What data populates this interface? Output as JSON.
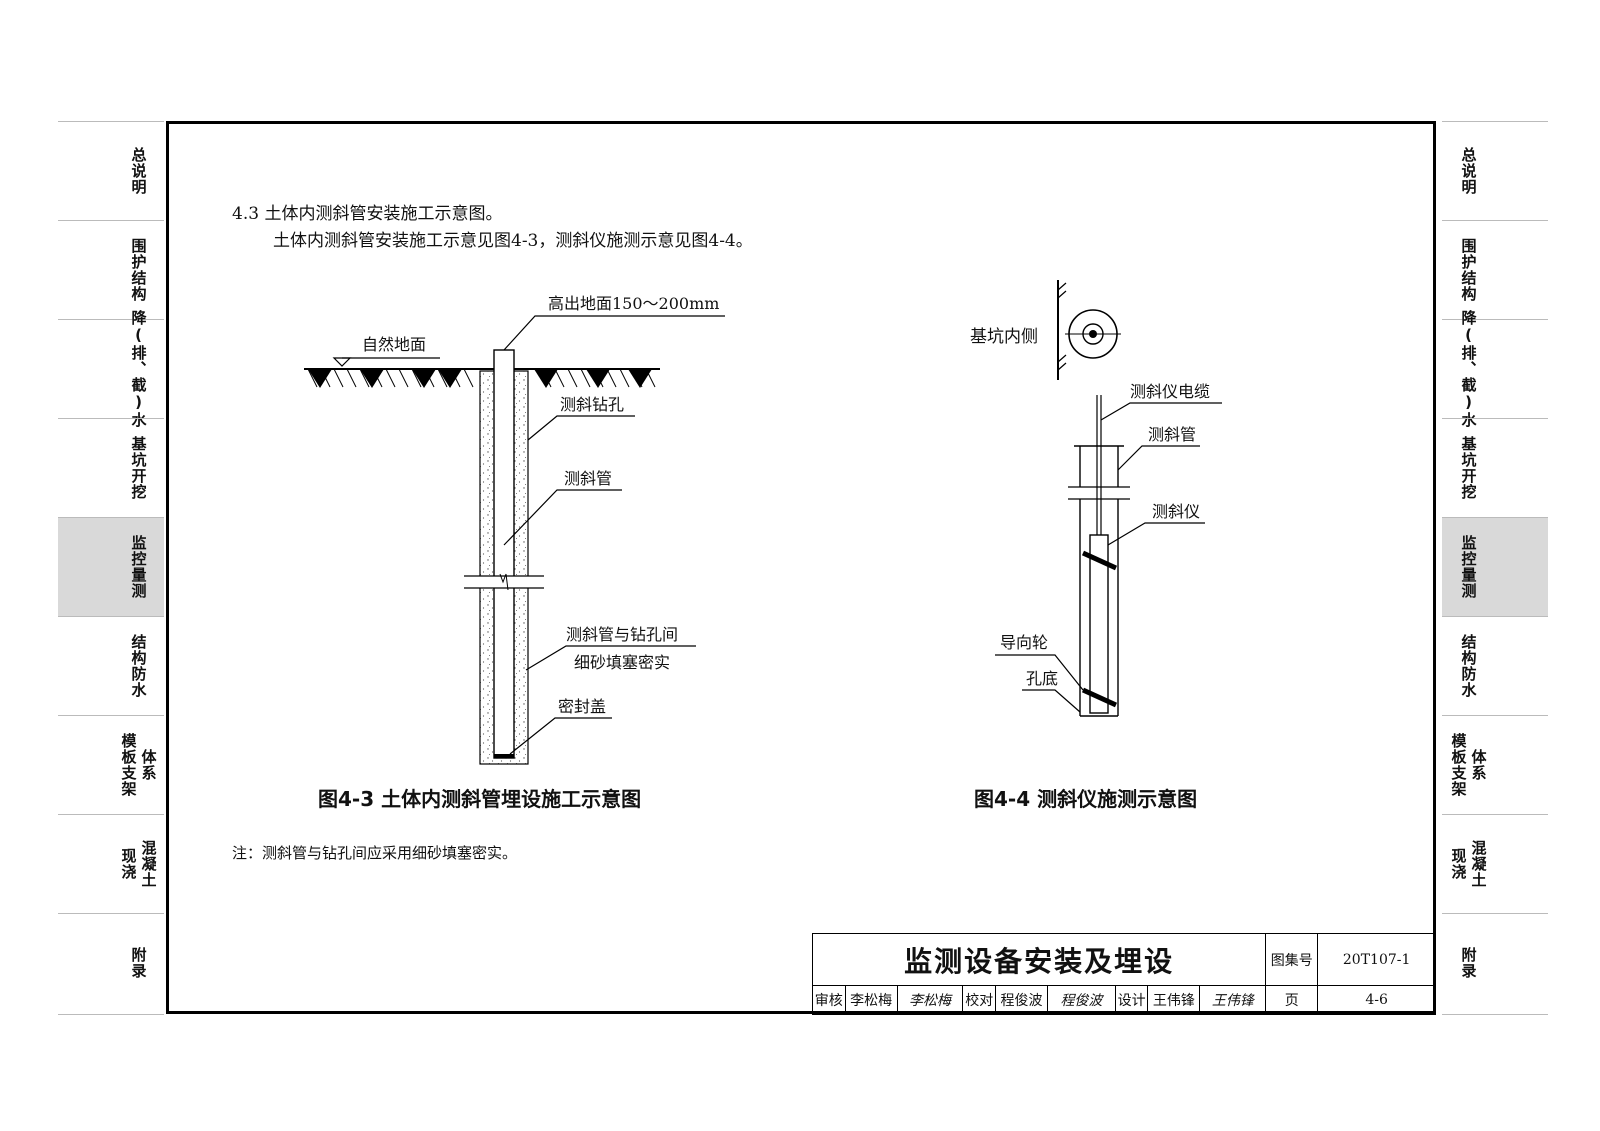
{
  "side_tabs": [
    {
      "lines": [
        "总说明"
      ]
    },
    {
      "lines": [
        "围护结构"
      ]
    },
    {
      "lines": [
        "降(排、截)水"
      ]
    },
    {
      "lines": [
        "基坑开挖"
      ]
    },
    {
      "lines": [
        "监控量测"
      ],
      "active": true
    },
    {
      "lines": [
        "结构防水"
      ]
    },
    {
      "lines": [
        "模板支架",
        "体系"
      ]
    },
    {
      "lines": [
        "现浇",
        "混凝土"
      ]
    },
    {
      "lines": [
        "附录"
      ]
    }
  ],
  "section": {
    "heading": "4.3 土体内测斜管安装施工示意图。",
    "intro": "土体内测斜管安装施工示意见图4-3，测斜仪施测示意见图4-4。"
  },
  "fig43": {
    "caption": "图4-3  土体内测斜管埋设施工示意图",
    "labels": {
      "ground": "自然地面",
      "above_ground": "高出地面150～200mm",
      "borehole": "测斜钻孔",
      "pipe": "测斜管",
      "fill_1": "测斜管与钻孔间",
      "fill_2": "细砂填塞密实",
      "cap": "密封盖"
    }
  },
  "fig44": {
    "caption": "图4-4  测斜仪施测示意图",
    "labels": {
      "pit_inside": "基坑内侧",
      "cable": "测斜仪电缆",
      "pipe": "测斜管",
      "inclinometer": "测斜仪",
      "guide_wheel": "导向轮",
      "hole_bottom": "孔底"
    }
  },
  "note": "注：测斜管与钻孔间应采用细砂填塞密实。",
  "title_block": {
    "title": "监测设备安装及埋设",
    "atlas_label": "图集号",
    "atlas_no": "20T107-1",
    "review_label": "审核",
    "reviewer": "李松梅",
    "reviewer_sig": "李松梅",
    "check_label": "校对",
    "checker": "程俊波",
    "checker_sig": "程俊波",
    "design_label": "设计",
    "designer": "王伟锋",
    "designer_sig": "王伟锋",
    "page_label": "页",
    "page_no": "4-6"
  }
}
